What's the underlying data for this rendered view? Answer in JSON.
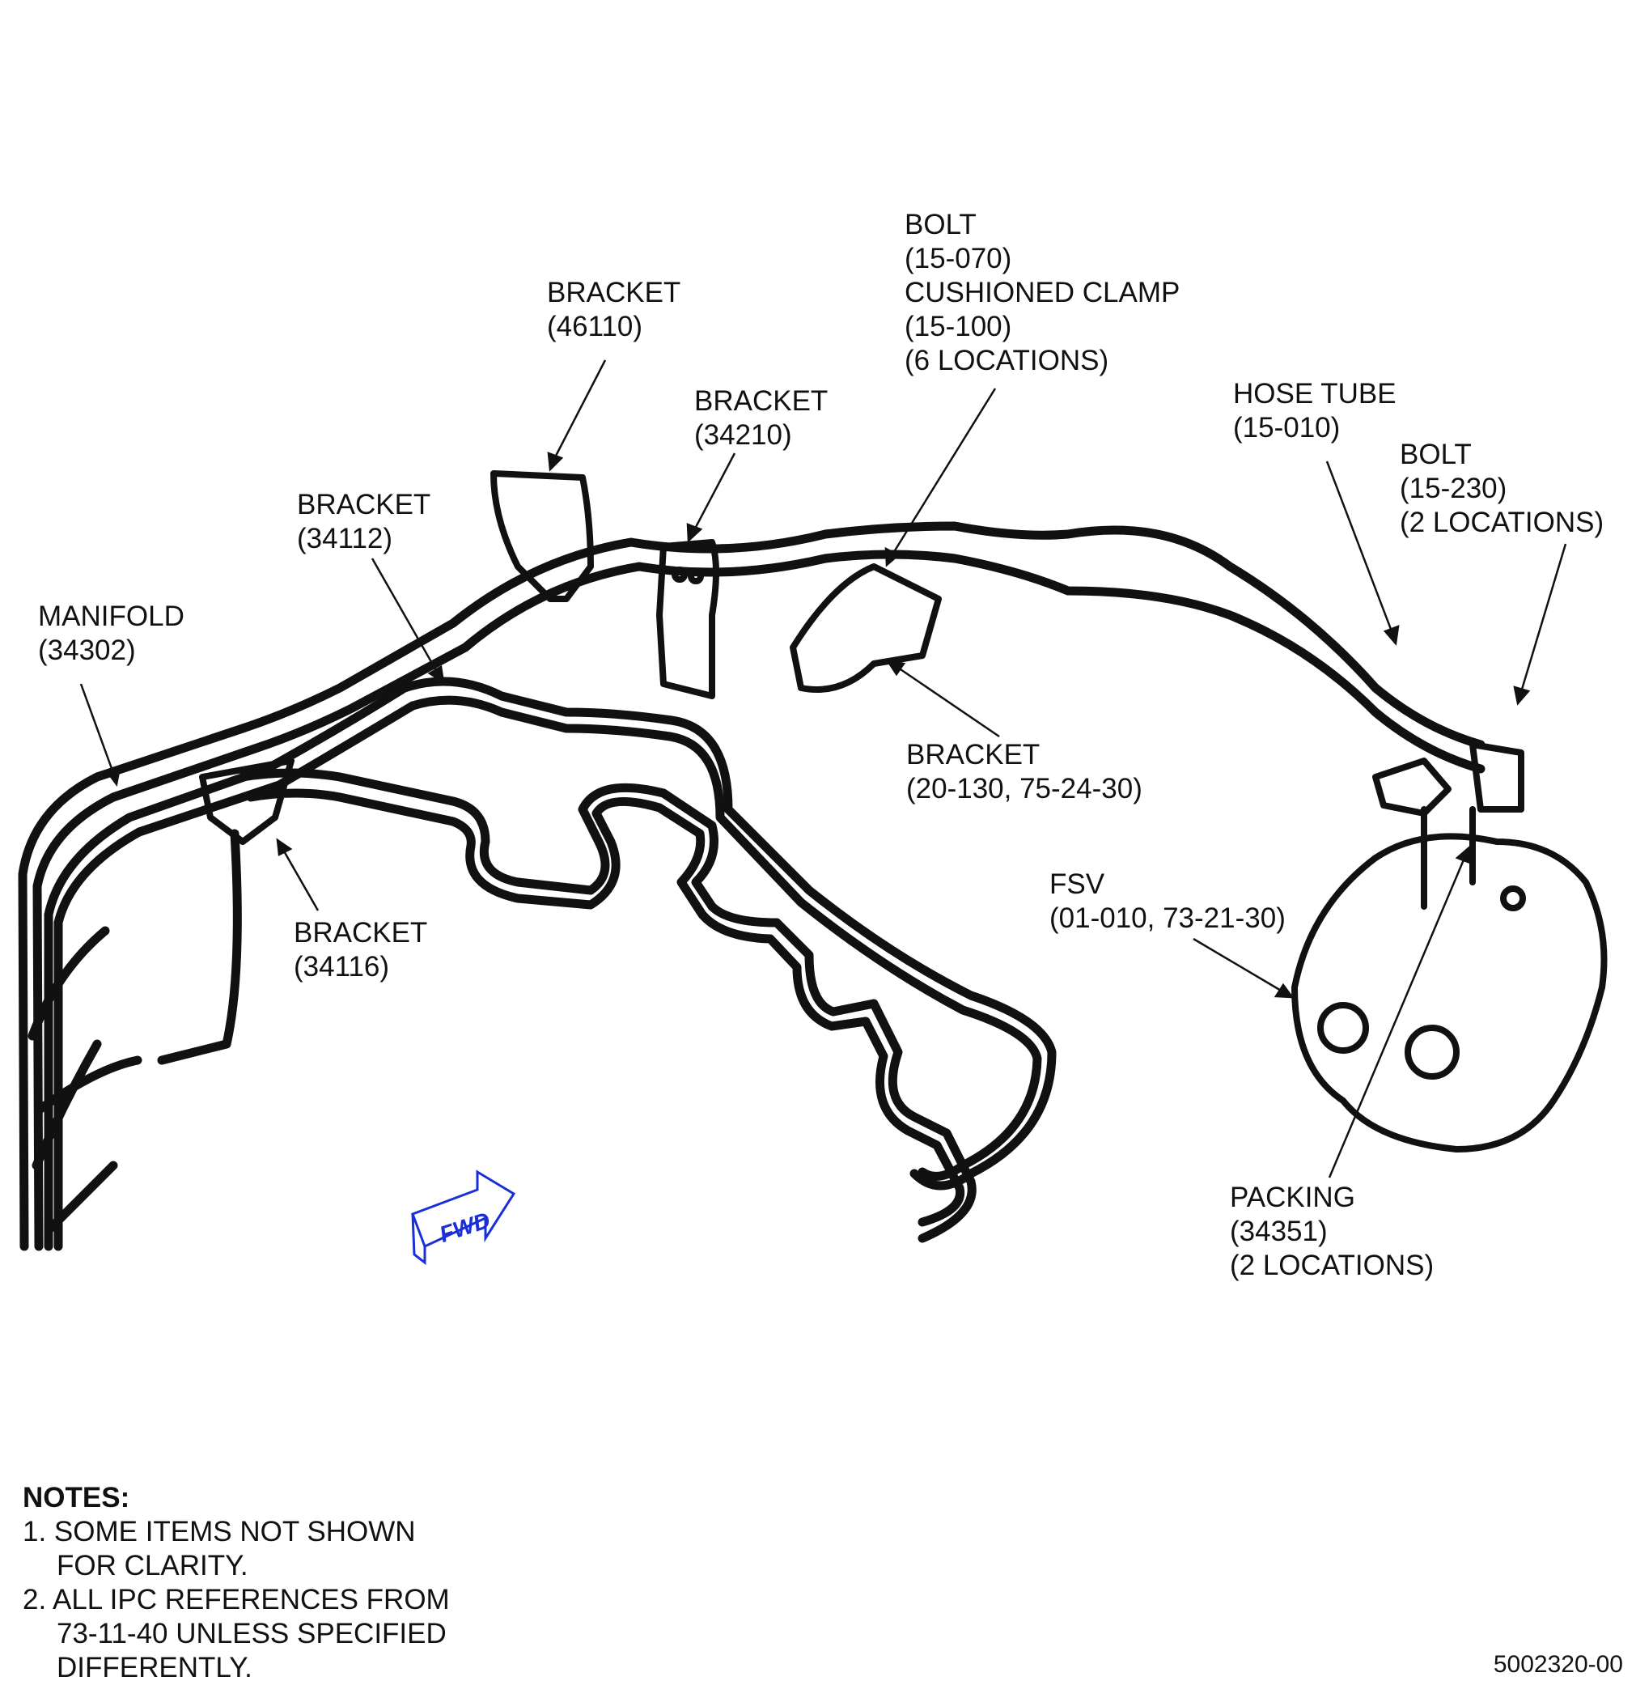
{
  "callouts": {
    "bracket_46110": {
      "name": "BRACKET",
      "ref": "(46110)"
    },
    "bracket_34210": {
      "name": "BRACKET",
      "ref": "(34210)"
    },
    "bracket_34112": {
      "name": "BRACKET",
      "ref": "(34112)"
    },
    "bolt_clamp": {
      "line1": "BOLT",
      "line2": "(15-070)",
      "line3": "CUSHIONED CLAMP",
      "line4": "(15-100)",
      "line5": "(6 LOCATIONS)"
    },
    "hose_tube": {
      "name": "HOSE TUBE",
      "ref": "(15-010)"
    },
    "bolt_15_230": {
      "name": "BOLT",
      "ref": "(15-230)",
      "qty": "(2 LOCATIONS)"
    },
    "manifold": {
      "name": "MANIFOLD",
      "ref": "(34302)"
    },
    "bracket_20_130": {
      "name": "BRACKET",
      "ref": "(20-130, 75-24-30)"
    },
    "fsv": {
      "name": "FSV",
      "ref": "(01-010, 73-21-30)"
    },
    "bracket_34116": {
      "name": "BRACKET",
      "ref": "(34116)"
    },
    "packing": {
      "name": "PACKING",
      "ref": "(34351)",
      "qty": "(2 LOCATIONS)"
    }
  },
  "fwd_arrow": {
    "label": "FWD",
    "color": "#1a2fd6"
  },
  "notes": {
    "title": "NOTES:",
    "note1_a": "1. SOME ITEMS NOT SHOWN",
    "note1_b": "FOR CLARITY.",
    "note2_a": "2. ALL IPC REFERENCES FROM",
    "note2_b": "73-11-40 UNLESS SPECIFIED",
    "note2_c": "DIFFERENTLY."
  },
  "figure_number": "5002320-00"
}
